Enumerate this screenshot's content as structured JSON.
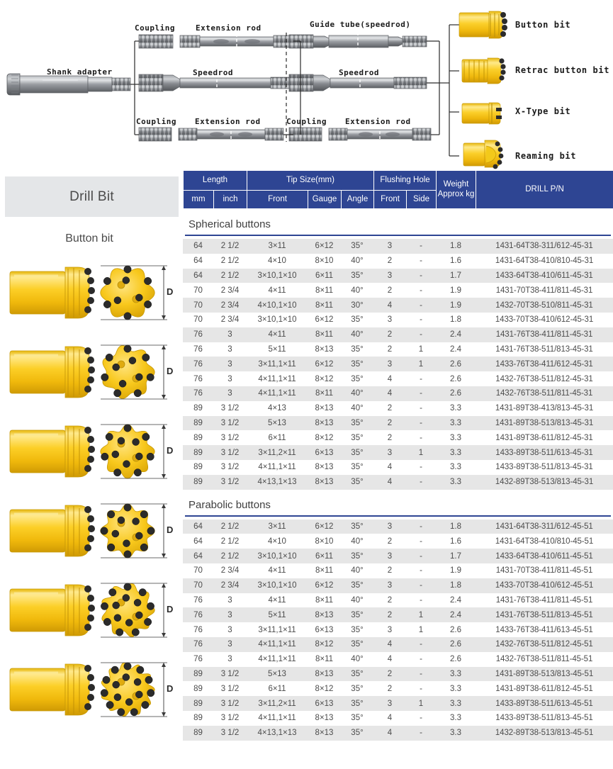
{
  "diagram": {
    "components": [
      {
        "name": "shank-adapter",
        "label": "Shank adapter"
      },
      {
        "name": "coupling-top",
        "label": "Coupling"
      },
      {
        "name": "extension-rod-top",
        "label": "Extension rod"
      },
      {
        "name": "guide-tube",
        "label": "Guide tube(speedrod)"
      },
      {
        "name": "speedrod-mid-left",
        "label": "Speedrod"
      },
      {
        "name": "speedrod-mid-right",
        "label": "Speedrod"
      },
      {
        "name": "coupling-bottom-left",
        "label": "Coupling"
      },
      {
        "name": "extension-rod-bottom-left",
        "label": "Extension rod"
      },
      {
        "name": "coupling-bottom-right",
        "label": "Coupling"
      },
      {
        "name": "extension-rod-bottom-right",
        "label": "Extension rod"
      }
    ],
    "bits": [
      {
        "name": "button-bit",
        "label": "Button bit"
      },
      {
        "name": "retrac-button-bit",
        "label": "Retrac button bit"
      },
      {
        "name": "x-type-bit",
        "label": "X-Type bit"
      },
      {
        "name": "reaming-bit",
        "label": "Reaming bit"
      }
    ]
  },
  "left_panel": {
    "banner": "Drill Bit",
    "subtitle": "Button bit",
    "dimension_label": "D",
    "bit_images": [
      {
        "name": "bit-image-1",
        "buttons": 9
      },
      {
        "name": "bit-image-2",
        "buttons": 11
      },
      {
        "name": "bit-image-3",
        "buttons": 12
      },
      {
        "name": "bit-image-4",
        "buttons": 13
      },
      {
        "name": "bit-image-5",
        "buttons": 15
      },
      {
        "name": "bit-image-6",
        "buttons": 17
      }
    ]
  },
  "colors": {
    "header_blue": "#2e4593",
    "banner_grey": "#e4e6e8",
    "row_stripe": "#e6e6e6",
    "bit_gold": "#f5c518",
    "bit_gold_light": "#ffe066",
    "carbide_black": "#2b2b2b",
    "steel_grey": "#8c8f94"
  },
  "table": {
    "header": {
      "groups": [
        {
          "label": "Length",
          "span": 2
        },
        {
          "label": "Tip Size(mm)",
          "span": 3
        },
        {
          "label": "Flushing Hole",
          "span": 2
        },
        {
          "label": "Weight Approx kg",
          "span": 1,
          "rowspan": 2
        },
        {
          "label": "DRILL P/N",
          "span": 1,
          "rowspan": 2
        }
      ],
      "sub": [
        "mm",
        "inch",
        "Front",
        "Gauge",
        "Angle",
        "Front",
        "Side"
      ],
      "weight_line1": "Weight",
      "weight_line2": "Approx kg",
      "drill_pn": "DRILL P/N"
    },
    "sections": [
      {
        "title": "Spherical buttons",
        "rows": [
          [
            "64",
            "2 1/2",
            "3×11",
            "6×12",
            "35°",
            "3",
            "-",
            "1.8",
            "1431-64T38-311/612-45-31"
          ],
          [
            "64",
            "2 1/2",
            "4×10",
            "8×10",
            "40°",
            "2",
            "-",
            "1.6",
            "1431-64T38-410/810-45-31"
          ],
          [
            "64",
            "2 1/2",
            "3×10,1×10",
            "6×11",
            "35°",
            "3",
            "-",
            "1.7",
            "1433-64T38-410/611-45-31"
          ],
          [
            "70",
            "2 3/4",
            "4×11",
            "8×11",
            "40°",
            "2",
            "-",
            "1.9",
            "1431-70T38-411/811-45-31"
          ],
          [
            "70",
            "2 3/4",
            "4×10,1×10",
            "8×11",
            "30°",
            "4",
            "-",
            "1.9",
            "1432-70T38-510/811-45-31"
          ],
          [
            "70",
            "2 3/4",
            "3×10,1×10",
            "6×12",
            "35°",
            "3",
            "-",
            "1.8",
            "1433-70T38-410/612-45-31"
          ],
          [
            "76",
            "3",
            "4×11",
            "8×11",
            "40°",
            "2",
            "-",
            "2.4",
            "1431-76T38-411/811-45-31"
          ],
          [
            "76",
            "3",
            "5×11",
            "8×13",
            "35°",
            "2",
            "1",
            "2.4",
            "1431-76T38-511/813-45-31"
          ],
          [
            "76",
            "3",
            "3×11,1×11",
            "6×12",
            "35°",
            "3",
            "1",
            "2.6",
            "1433-76T38-411/612-45-31"
          ],
          [
            "76",
            "3",
            "4×11,1×11",
            "8×12",
            "35°",
            "4",
            "-",
            "2.6",
            "1432-76T38-511/812-45-31"
          ],
          [
            "76",
            "3",
            "4×11,1×11",
            "8×11",
            "40°",
            "4",
            "-",
            "2.6",
            "1432-76T38-511/811-45-31"
          ],
          [
            "89",
            "3 1/2",
            "4×13",
            "8×13",
            "40°",
            "2",
            "-",
            "3.3",
            "1431-89T38-413/813-45-31"
          ],
          [
            "89",
            "3 1/2",
            "5×13",
            "8×13",
            "35°",
            "2",
            "-",
            "3.3",
            "1431-89T38-513/813-45-31"
          ],
          [
            "89",
            "3 1/2",
            "6×11",
            "8×12",
            "35°",
            "2",
            "-",
            "3.3",
            "1431-89T38-611/812-45-31"
          ],
          [
            "89",
            "3 1/2",
            "3×11,2×11",
            "6×13",
            "35°",
            "3",
            "1",
            "3.3",
            "1433-89T38-511/613-45-31"
          ],
          [
            "89",
            "3 1/2",
            "4×11,1×11",
            "8×13",
            "35°",
            "4",
            "-",
            "3.3",
            "1433-89T38-511/813-45-31"
          ],
          [
            "89",
            "3 1/2",
            "4×13,1×13",
            "8×13",
            "35°",
            "4",
            "-",
            "3.3",
            "1432-89T38-513/813-45-31"
          ]
        ]
      },
      {
        "title": "Parabolic buttons",
        "rows": [
          [
            "64",
            "2 1/2",
            "3×11",
            "6×12",
            "35°",
            "3",
            "-",
            "1.8",
            "1431-64T38-311/612-45-51"
          ],
          [
            "64",
            "2 1/2",
            "4×10",
            "8×10",
            "40°",
            "2",
            "-",
            "1.6",
            "1431-64T38-410/810-45-51"
          ],
          [
            "64",
            "2 1/2",
            "3×10,1×10",
            "6×11",
            "35°",
            "3",
            "-",
            "1.7",
            "1433-64T38-410/611-45-51"
          ],
          [
            "70",
            "2 3/4",
            "4×11",
            "8×11",
            "40°",
            "2",
            "-",
            "1.9",
            "1431-70T38-411/811-45-51"
          ],
          [
            "70",
            "2 3/4",
            "3×10,1×10",
            "6×12",
            "35°",
            "3",
            "-",
            "1.8",
            "1433-70T38-410/612-45-51"
          ],
          [
            "76",
            "3",
            "4×11",
            "8×11",
            "40°",
            "2",
            "-",
            "2.4",
            "1431-76T38-411/811-45-51"
          ],
          [
            "76",
            "3",
            "5×11",
            "8×13",
            "35°",
            "2",
            "1",
            "2.4",
            "1431-76T38-511/813-45-51"
          ],
          [
            "76",
            "3",
            "3×11,1×11",
            "6×13",
            "35°",
            "3",
            "1",
            "2.6",
            "1433-76T38-411/613-45-51"
          ],
          [
            "76",
            "3",
            "4×11,1×11",
            "8×12",
            "35°",
            "4",
            "-",
            "2.6",
            "1432-76T38-511/812-45-51"
          ],
          [
            "76",
            "3",
            "4×11,1×11",
            "8×11",
            "40°",
            "4",
            "-",
            "2.6",
            "1432-76T38-511/811-45-51"
          ],
          [
            "89",
            "3 1/2",
            "5×13",
            "8×13",
            "35°",
            "2",
            "-",
            "3.3",
            "1431-89T38-513/813-45-51"
          ],
          [
            "89",
            "3 1/2",
            "6×11",
            "8×12",
            "35°",
            "2",
            "-",
            "3.3",
            "1431-89T38-611/812-45-51"
          ],
          [
            "89",
            "3 1/2",
            "3×11,2×11",
            "6×13",
            "35°",
            "3",
            "1",
            "3.3",
            "1433-89T38-511/613-45-51"
          ],
          [
            "89",
            "3 1/2",
            "4×11,1×11",
            "8×13",
            "35°",
            "4",
            "-",
            "3.3",
            "1433-89T38-511/813-45-51"
          ],
          [
            "89",
            "3 1/2",
            "4×13,1×13",
            "8×13",
            "35°",
            "4",
            "-",
            "3.3",
            "1432-89T38-513/813-45-51"
          ]
        ]
      }
    ]
  }
}
